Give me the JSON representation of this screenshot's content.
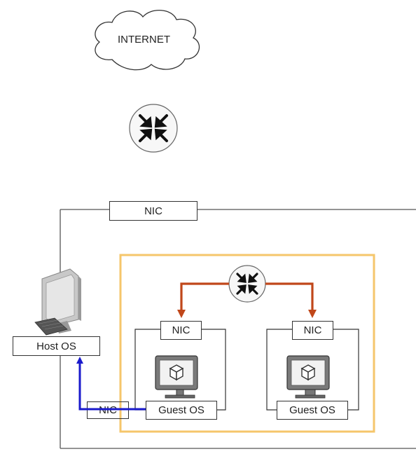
{
  "labels": {
    "internet": "INTERNET",
    "nic_top": "NIC",
    "host_os": "Host OS",
    "nic_left_vm": "NIC",
    "nic_right_vm": "NIC",
    "nic_host_adapter": "NIC",
    "guest_os_left": "Guest OS",
    "guest_os_right": "Guest OS"
  },
  "icons": {
    "router_top": "router-icon",
    "router_inner": "router-icon",
    "host_computer": "desktop-computer-icon",
    "vm_left": "virtual-machine-monitor-icon",
    "vm_right": "virtual-machine-monitor-icon",
    "cloud": "cloud-icon"
  },
  "colors": {
    "host_link": "#1a1acc",
    "vm_link": "#c0471a",
    "sandbox_border": "#f5c66b",
    "line": "#333333"
  }
}
